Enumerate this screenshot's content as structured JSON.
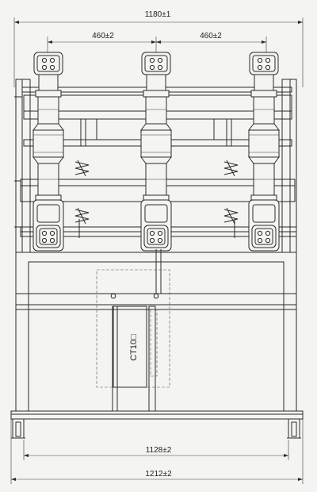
{
  "dimensions": {
    "overall_top": "1180±1",
    "pitch_left": "460±2",
    "pitch_right": "460±2",
    "inner_bottom": "1128±2",
    "overall_bottom": "1212±2"
  },
  "labels": {
    "mechanism": "CT10□"
  }
}
